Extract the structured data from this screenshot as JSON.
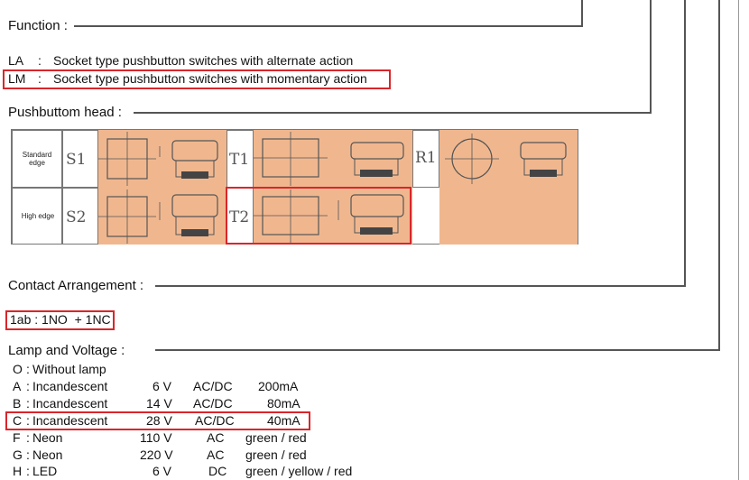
{
  "function": {
    "title": "Function :",
    "options": [
      {
        "code": "LA",
        "sep": ":",
        "desc": "Socket type pushbutton switches with alternate action"
      },
      {
        "code": "LM",
        "sep": ":",
        "desc": "Socket type pushbutton switches with momentary action"
      }
    ]
  },
  "pushbutton": {
    "title": "Pushbuttom head :",
    "row_labels": [
      "Standard edge",
      "High edge"
    ],
    "codes": [
      "S1",
      "T1",
      "R1",
      "S2",
      "T2"
    ]
  },
  "contact": {
    "title": "Contact Arrangement :",
    "value": "1ab : 1NO  + 1NC"
  },
  "lamp": {
    "title": "Lamp and Voltage :",
    "rows": [
      {
        "code": "O",
        "type": "Without lamp",
        "voltage": "",
        "current_type": "",
        "spec": ""
      },
      {
        "code": "A",
        "type": "Incandescent",
        "voltage": "6 V",
        "current_type": "AC/DC",
        "spec": "200mA"
      },
      {
        "code": "B",
        "type": "Incandescent",
        "voltage": "14 V",
        "current_type": "AC/DC",
        "spec": "80mA"
      },
      {
        "code": "C",
        "type": "Incandescent",
        "voltage": "28 V",
        "current_type": "AC/DC",
        "spec": "40mA"
      },
      {
        "code": "F",
        "type": "Neon",
        "voltage": "110 V",
        "current_type": "AC",
        "spec": "green / red"
      },
      {
        "code": "G",
        "type": "Neon",
        "voltage": "220 V",
        "current_type": "AC",
        "spec": "green / red"
      },
      {
        "code": "H",
        "type": "LED",
        "voltage": "6 V",
        "current_type": "DC",
        "spec": "green / yellow / red"
      }
    ]
  }
}
